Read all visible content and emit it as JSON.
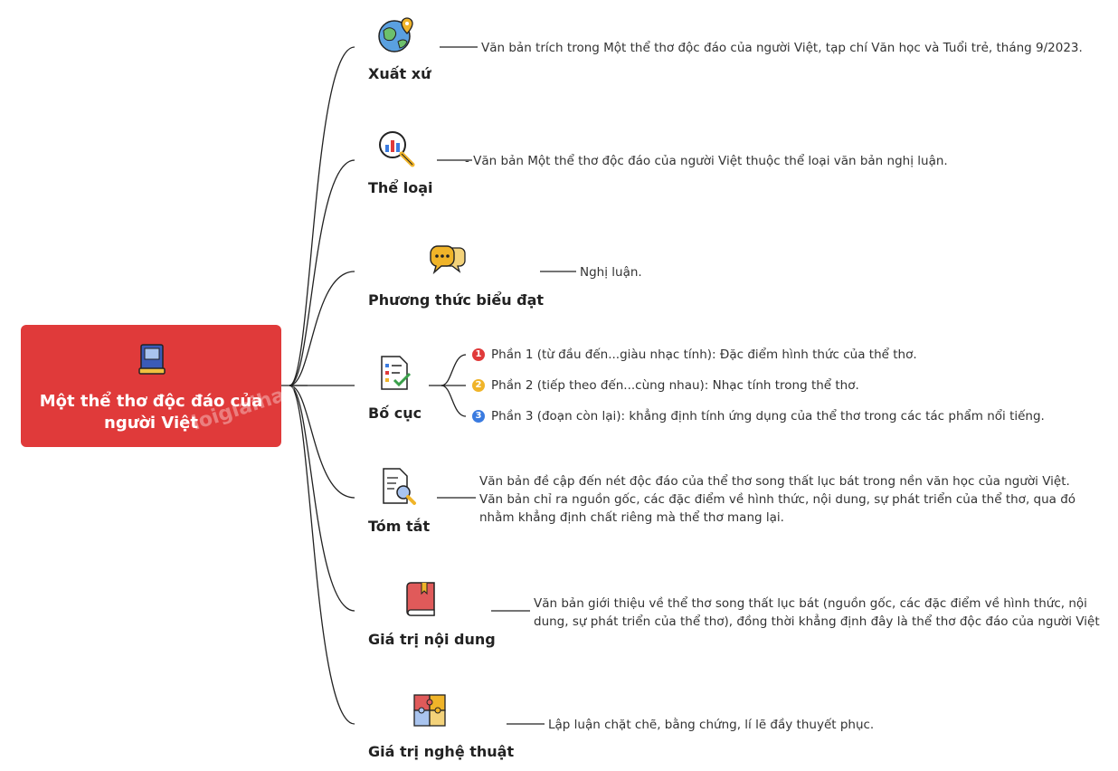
{
  "root": {
    "title": "Một thể thơ độc đáo của người Việt",
    "watermark": "loigiaihay"
  },
  "branches": [
    {
      "label": "Xuất xứ",
      "icon": "globe-location-icon",
      "text": "Văn bản trích trong Một thể thơ độc đáo của người Việt, tạp chí Văn học và Tuổi trẻ, tháng 9/2023."
    },
    {
      "label": "Thể loại",
      "icon": "chart-magnifier-icon",
      "text": "- Văn bản Một thể thơ độc đáo của người Việt thuộc thể loại văn bản nghị luận."
    },
    {
      "label": "Phương thức biểu đạt",
      "icon": "speech-bubbles-icon",
      "text": "Nghị luận."
    },
    {
      "label": "Bố cục",
      "icon": "checklist-icon",
      "parts": [
        {
          "num": "1",
          "color": "#e03a3a",
          "text": "Phần 1 (từ đầu đến...giàu nhạc tính): Đặc điểm hình thức của thể thơ."
        },
        {
          "num": "2",
          "color": "#f0b429",
          "text": "Phần 2 (tiếp theo đến...cùng nhau): Nhạc tính trong thể thơ."
        },
        {
          "num": "3",
          "color": "#3a7be0",
          "text": "Phần 3 (đoạn còn lại): khẳng định tính ứng dụng của thể thơ trong các tác phẩm nổi tiếng."
        }
      ]
    },
    {
      "label": "Tóm tắt",
      "icon": "document-search-icon",
      "text": "Văn bản đề cập đến nét độc đáo của thể thơ song thất lục bát trong nền văn học của người Việt. Văn bản chỉ ra nguồn gốc, các đặc điểm về hình thức, nội dung, sự phát triển của thể thơ, qua đó nhằm khẳng định chất riêng mà thể thơ mang lại."
    },
    {
      "label": "Giá trị nội dung",
      "icon": "red-book-icon",
      "text": "Văn bản giới thiệu về thể thơ song thất lục bát (nguồn gốc, các đặc điểm về hình thức, nội dung, sự phát triển của thể thơ), đồng thời khẳng định đây là thể thơ độc đáo của người Việt"
    },
    {
      "label": "Giá trị nghệ thuật",
      "icon": "puzzle-icon",
      "text": "Lập luận chặt chẽ, bằng chứng, lí lẽ đầy thuyết phục."
    }
  ],
  "colors": {
    "root": "#e03a3a",
    "line": "#222222"
  }
}
